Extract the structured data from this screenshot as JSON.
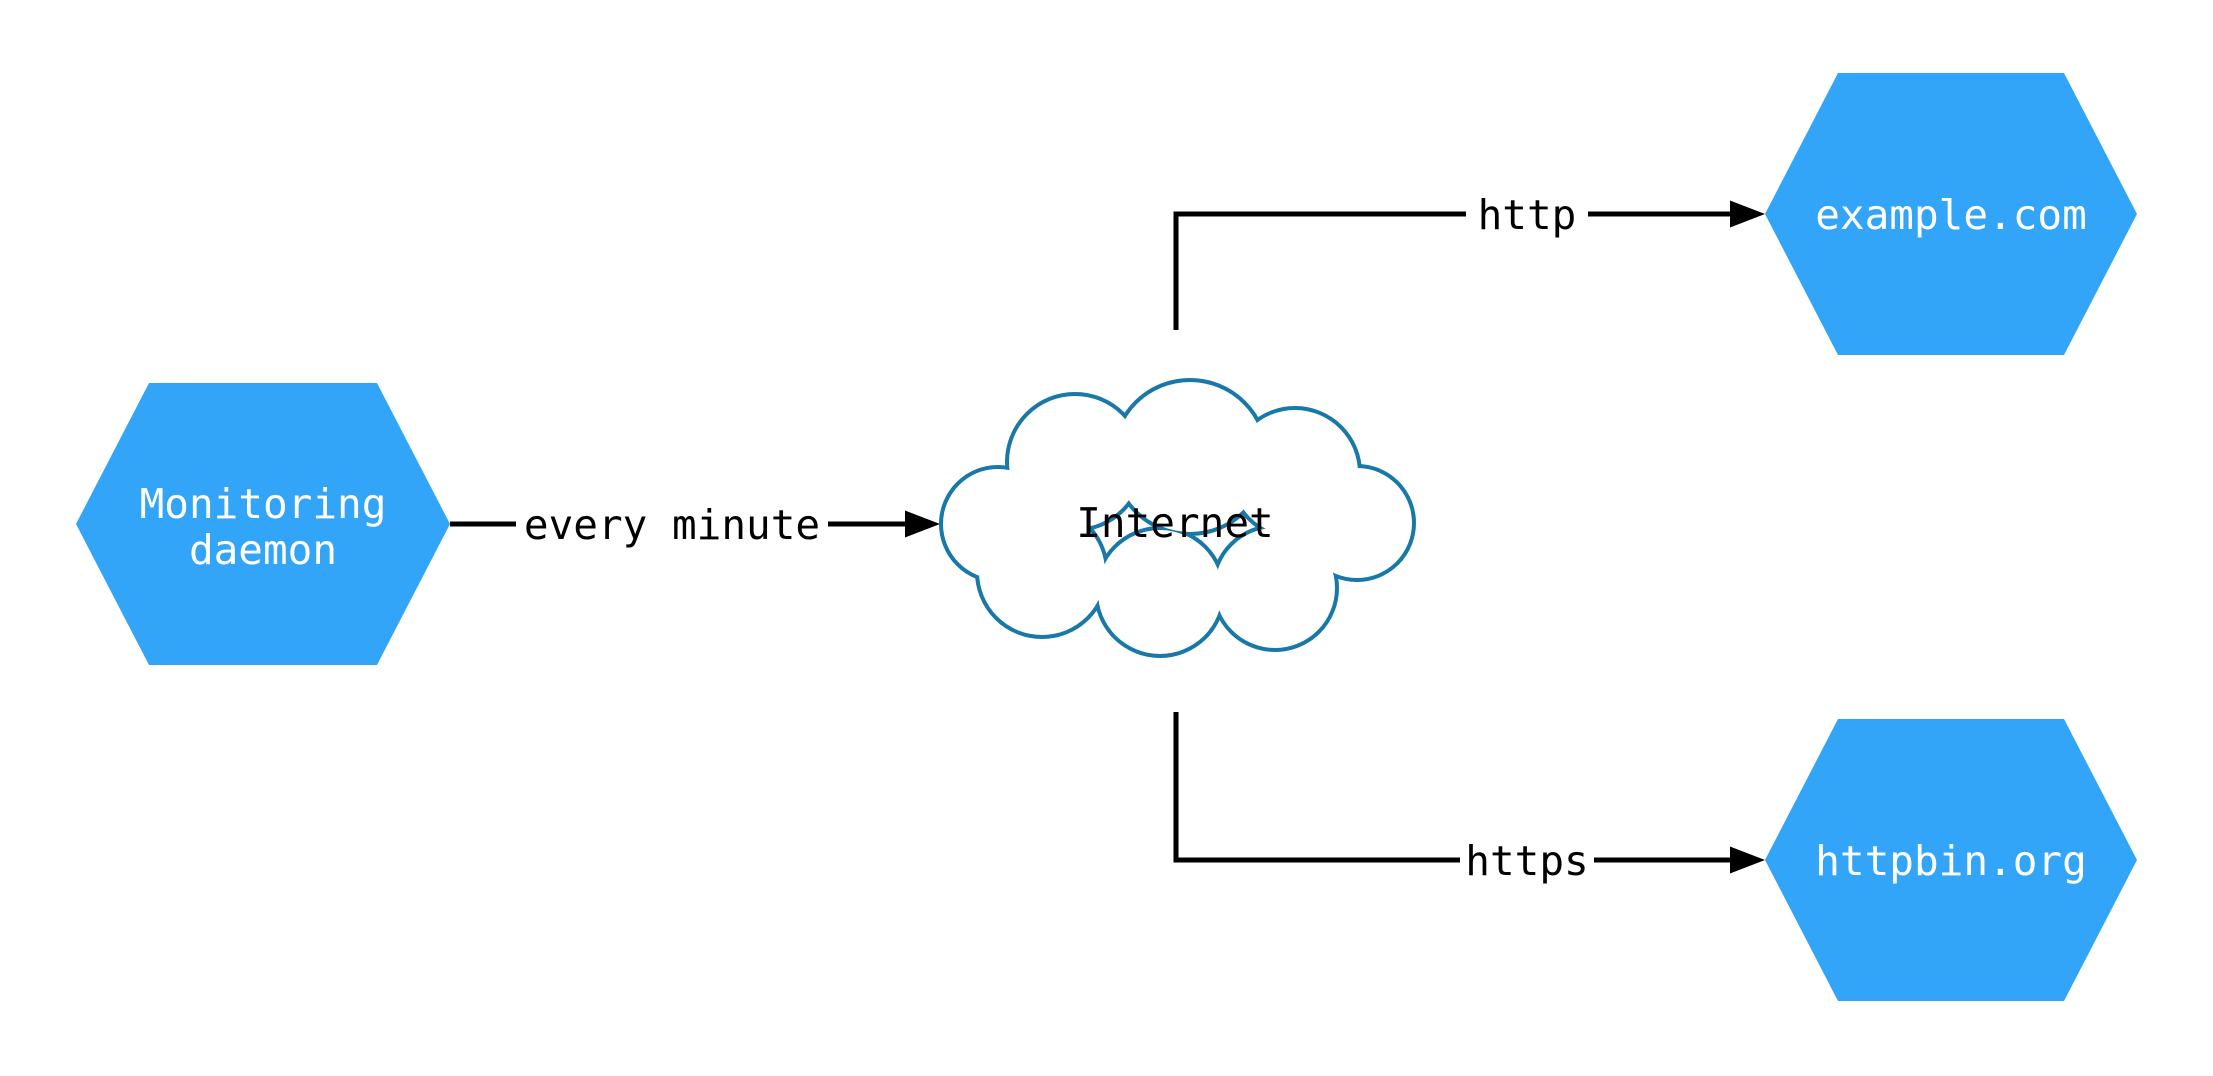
{
  "diagram": {
    "title": "Monitoring daemon network diagram",
    "nodes": {
      "monitoring": {
        "shape": "hexagon",
        "label": "Monitoring daemon",
        "label_line1": "Monitoring",
        "label_line2": "daemon"
      },
      "internet": {
        "shape": "cloud",
        "label": "Internet"
      },
      "example": {
        "shape": "hexagon",
        "label": "example.com"
      },
      "httpbin": {
        "shape": "hexagon",
        "label": "httpbin.org"
      }
    },
    "edges": [
      {
        "from": "monitoring",
        "to": "internet",
        "label": "every minute",
        "arrow": "filled-triangle"
      },
      {
        "from": "internet",
        "to": "example",
        "label": "http",
        "arrow": "filled-triangle"
      },
      {
        "from": "internet",
        "to": "httpbin",
        "label": "https",
        "arrow": "filled-triangle"
      }
    ],
    "colors": {
      "node_fill": "#32a5f8",
      "node_text": "#ffffff",
      "cloud_stroke": "#1878a8",
      "cloud_fill": "#ffffff",
      "edge": "#000000",
      "label_text": "#000000",
      "background": "#ffffff"
    }
  }
}
